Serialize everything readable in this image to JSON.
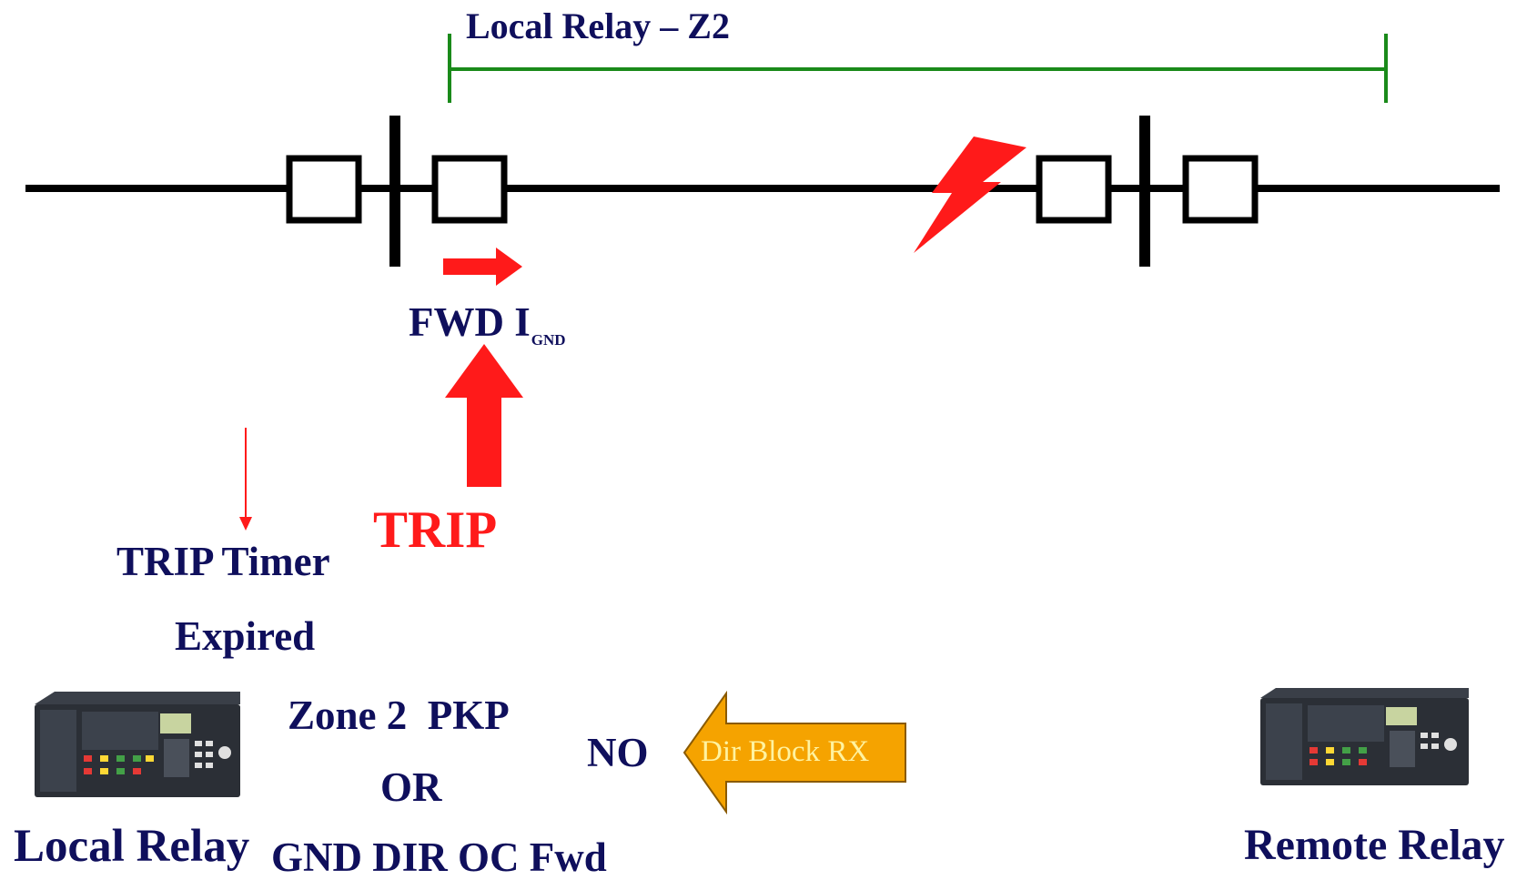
{
  "zone": {
    "label": "Local Relay – Z2"
  },
  "fwd": {
    "main": "FWD I",
    "sub": "GND"
  },
  "trip": {
    "label": "TRIP"
  },
  "timer": {
    "line1": "TRIP Timer",
    "line2": "Expired"
  },
  "logic": {
    "zone2": "Zone 2  PKP",
    "or": "OR",
    "gnd": "GND DIR OC Fwd",
    "no": "NO"
  },
  "block": {
    "label": "Dir Block RX"
  },
  "relays": {
    "local": "Local Relay",
    "remote": "Remote Relay"
  },
  "colors": {
    "navy": "#0f0f5c",
    "red": "#ff1a1a",
    "zone_green": "#1a8a1a",
    "block_fill": "#f5a300",
    "block_text": "#fff3a0",
    "line": "#000000"
  }
}
